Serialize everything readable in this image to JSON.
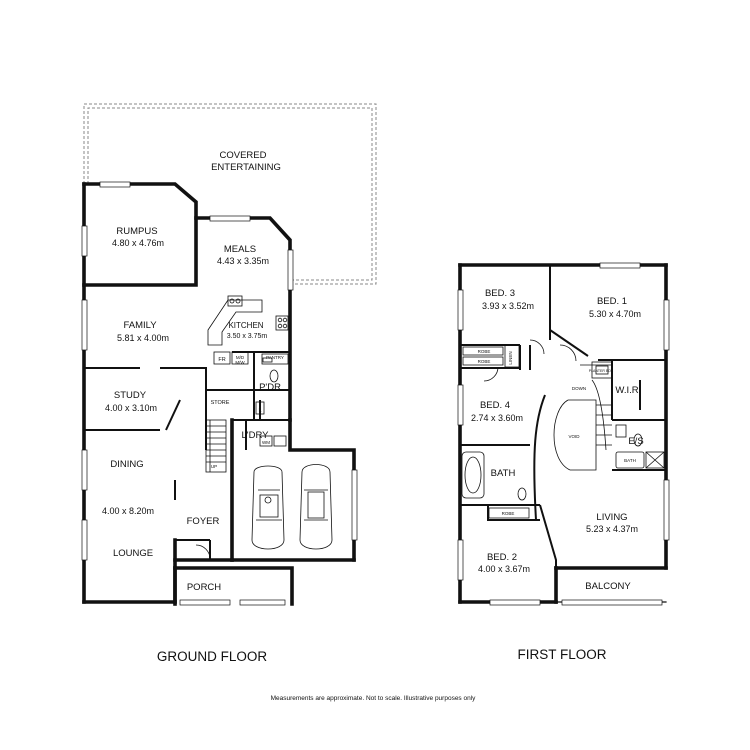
{
  "ground_floor": {
    "title": "GROUND FLOOR",
    "rooms": {
      "covered_entertaining": {
        "line1": "COVERED",
        "line2": "ENTERTAINING"
      },
      "rumpus": {
        "name": "RUMPUS",
        "size": "4.80 x 4.76m"
      },
      "meals": {
        "name": "MEALS",
        "size": "4.43 x 3.35m"
      },
      "family": {
        "name": "FAMILY",
        "size": "5.81 x 4.00m"
      },
      "kitchen": {
        "name": "KITCHEN",
        "size": "3.50 x 3.75m"
      },
      "study": {
        "name": "STUDY",
        "size": "4.00 x 3.10m"
      },
      "pdr": {
        "name": "P'DR"
      },
      "store": {
        "name": "STORE"
      },
      "ldry": {
        "name": "L'DRY"
      },
      "dining": {
        "name": "DINING"
      },
      "dining_lounge_size": "4.00 x 8.20m",
      "lounge": {
        "name": "LOUNGE"
      },
      "foyer": {
        "name": "FOYER"
      },
      "porch": {
        "name": "PORCH"
      }
    },
    "fixtures": {
      "fr": "FR",
      "mw": "M/D\nM/W",
      "pantry": "PANTRY",
      "wm": "WM",
      "l": "L",
      "up": "UP"
    }
  },
  "first_floor": {
    "title": "FIRST FLOOR",
    "rooms": {
      "bed3": {
        "name": "BED. 3",
        "size": "3.93 x 3.52m"
      },
      "bed1": {
        "name": "BED. 1",
        "size": "5.30 x 4.70m"
      },
      "bed4": {
        "name": "BED. 4",
        "size": "2.74 x 3.60m"
      },
      "wir": {
        "name": "W.I.R"
      },
      "es": {
        "name": "E/S"
      },
      "bath": {
        "name": "BATH"
      },
      "void": {
        "name": "VOID"
      },
      "living": {
        "name": "LIVING",
        "size": "5.23 x 4.37m"
      },
      "bed2": {
        "name": "BED. 2",
        "size": "4.00 x 3.67m"
      },
      "balcony": {
        "name": "BALCONY"
      }
    },
    "fixtures": {
      "robe": "ROBE",
      "linen": "LINEN",
      "down": "DOWN",
      "planter": "PLANTER BOX",
      "bath_tub": "BATH"
    }
  },
  "disclaimer": "Measurements are approximate.  Not to scale.  Illustrative purposes only"
}
